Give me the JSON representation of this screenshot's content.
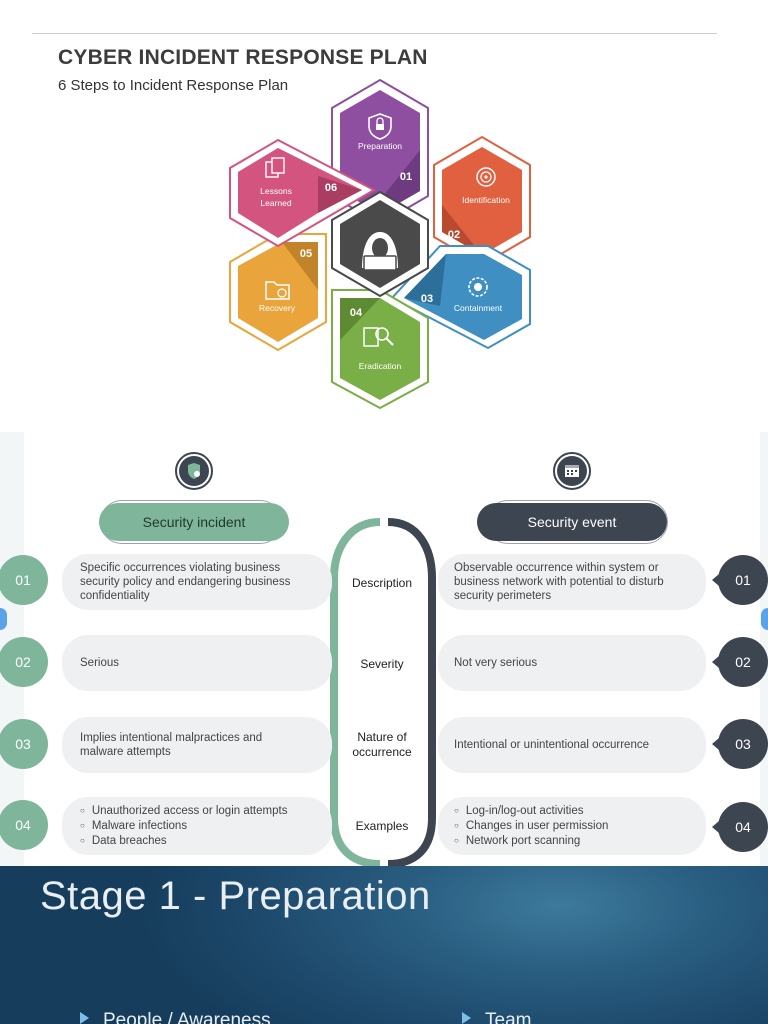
{
  "diagram": {
    "title": "CYBER INCIDENT RESPONSE PLAN",
    "subtitle": "6 Steps to Incident Response Plan",
    "steps": [
      {
        "number": "01",
        "label": "Preparation",
        "color": "#8e4fa0",
        "icon": "lock-shield-icon"
      },
      {
        "number": "02",
        "label": "Identification",
        "color": "#e0603f",
        "icon": "fingerprint-icon"
      },
      {
        "number": "03",
        "label": "Containment",
        "color": "#3f8fc2",
        "icon": "gear-shield-icon"
      },
      {
        "number": "04",
        "label": "Eradication",
        "color": "#7aae46",
        "icon": "magnifier-document-icon"
      },
      {
        "number": "05",
        "label": "Recovery",
        "color": "#e9a53b",
        "icon": "folder-search-icon"
      },
      {
        "number": "06",
        "label": "Lessons Learned",
        "color": "#d2547f",
        "icon": "documents-icon"
      }
    ],
    "center_icon": "hacker-icon",
    "center_color": "#4a4a4a"
  },
  "comparison": {
    "left_header": "Security incident",
    "right_header": "Security event",
    "left_icon": "shield-virus-icon",
    "right_icon": "calendar-grid-icon",
    "left_color": "#7fb59b",
    "right_color": "#3d4551",
    "rows": [
      {
        "num": "01",
        "criterion": "Description",
        "incident": "Specific occurrences violating business security policy and endangering business confidentiality",
        "event": "Observable occurrence within system or business network with potential to disturb security perimeters"
      },
      {
        "num": "02",
        "criterion": "Severity",
        "incident": "Serious",
        "event": "Not very serious"
      },
      {
        "num": "03",
        "criterion": "Nature of occurrence",
        "incident": "Implies intentional malpractices and malware attempts",
        "event": "Intentional or unintentional occurrence"
      },
      {
        "num": "04",
        "criterion": "Examples",
        "incident_items": [
          "Unauthorized access or login attempts",
          "Malware infections",
          "Data breaches"
        ],
        "event_items": [
          "Log-in/log-out activities",
          "Changes in user permission",
          "Network port scanning"
        ]
      }
    ]
  },
  "slide": {
    "title": "Stage 1 - Preparation",
    "bullets": [
      "People / Awareness",
      "Team"
    ]
  }
}
